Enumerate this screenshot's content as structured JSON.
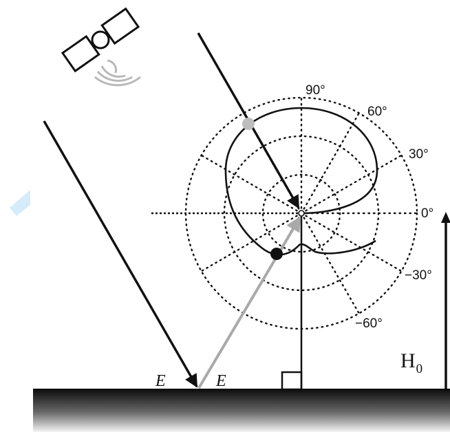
{
  "labels": {
    "angles": [
      "90°",
      "60°",
      "30°",
      "0°",
      "−30°",
      "−60°"
    ],
    "incident_field": "E",
    "reflected_field": "E",
    "height_main": "H",
    "height_sub": "0"
  },
  "colors": {
    "ink": "#111111",
    "reflected_ray": "#a9a9a9",
    "satellite_waves": "#b8b8b8",
    "watermark": "#d6ecfb",
    "pattern_point_light": "#bdbdbd",
    "pattern_point_dark": "#111111"
  },
  "icons": {
    "satellite": "satellite-icon",
    "signal_waves": "signal-waves-icon",
    "right_angle": "right-angle-marker"
  }
}
